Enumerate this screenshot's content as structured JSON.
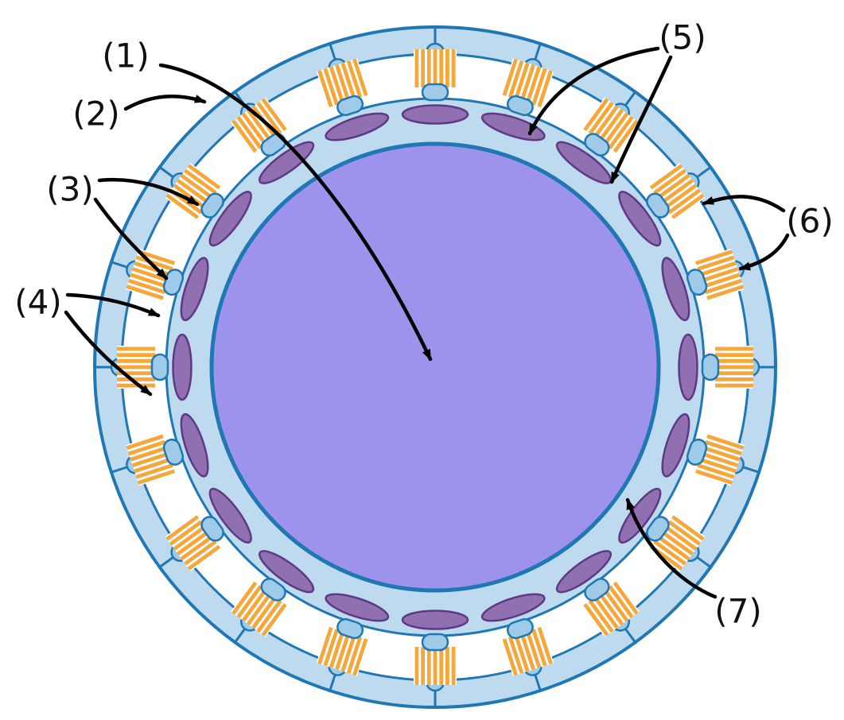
{
  "labels": [
    {
      "text": "(1)"
    },
    {
      "text": "(2)"
    },
    {
      "text": "(3)"
    },
    {
      "text": "(4)"
    },
    {
      "text": "(5)"
    },
    {
      "text": "(6)"
    },
    {
      "text": "(7)"
    }
  ],
  "parts": {
    "coil_count": 20,
    "magnet_count": 20
  },
  "colors": {
    "outline": "#1f77b4",
    "light_blue": "#bedaef",
    "tooth": "#9fcbe9",
    "rotor": "#9d93ec",
    "magnet": "#9070b0",
    "magnet_outline": "#5e3a85",
    "coil": "#f6a73c",
    "coil_gap": "#ffffff",
    "annotation": "#000000"
  }
}
